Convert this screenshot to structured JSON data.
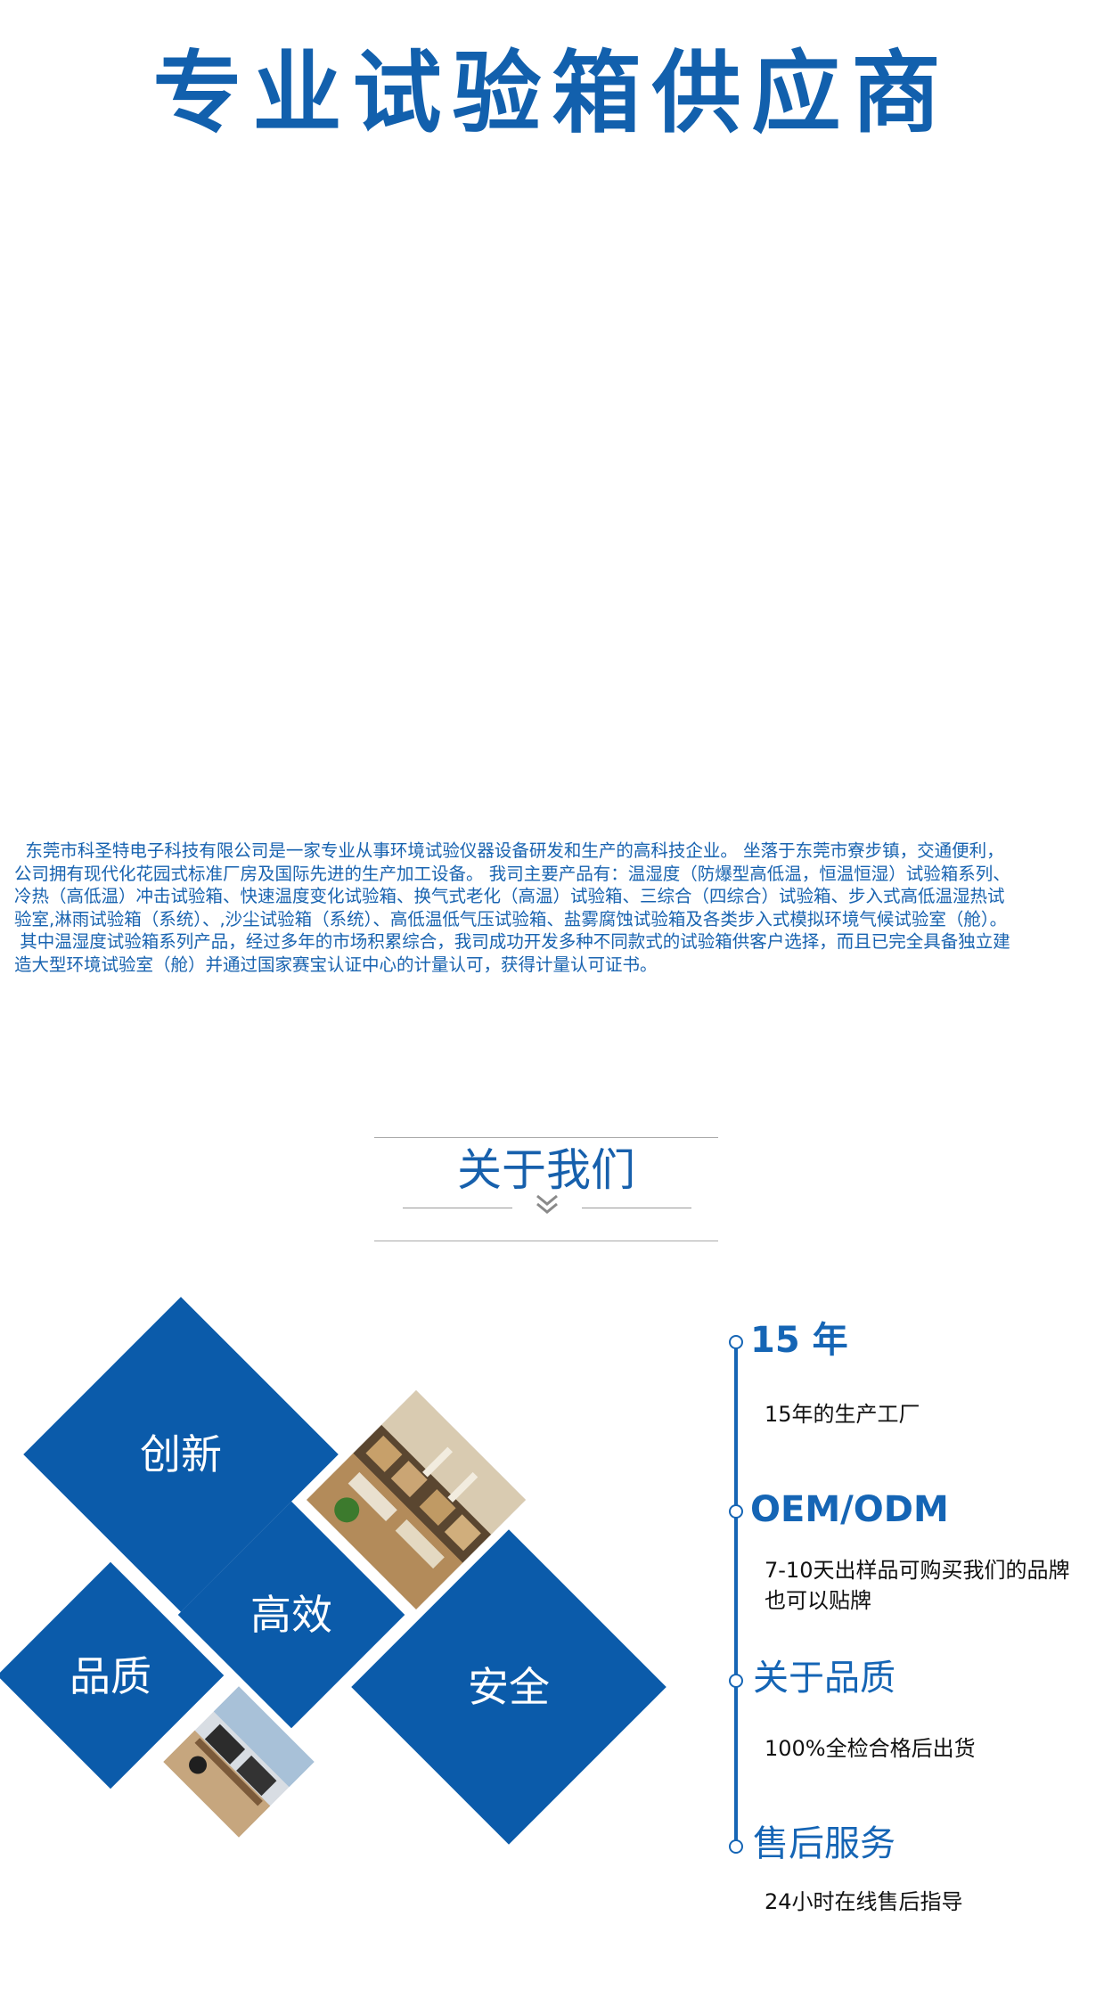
{
  "header": {
    "title": "专业试验箱供应商"
  },
  "intro": {
    "text": "  东莞市科圣特电子科技有限公司是一家专业从事环境试验仪器设备研发和生产的高科技企业。 坐落于东莞市寮步镇，交通便利，\n公司拥有现代化花园式标准厂房及国际先进的生产加工设备。 我司主要产品有：温湿度（防爆型高低温，恒温恒湿）试验箱系列、\n冷热（高低温）冲击试验箱、快速温度变化试验箱、换气式老化（高温）试验箱、三综合（四综合）试验箱、步入式高低温湿热试\n验室,淋雨试验箱（系统）、,沙尘试验箱（系统）、高低温低气压试验箱、盐雾腐蚀试验箱及各类步入式模拟环境气候试验室（舱）。\n 其中温湿度试验箱系列产品，经过多年的市场积累综合，我司成功开发多种不同款式的试验箱供客户选择，而且已完全具备独立建\n造大型环境试验室（舱）并通过国家赛宝认证中心的计量认可，获得计量认可证书。"
  },
  "about": {
    "title": "关于我们",
    "chevron_icon": "double-chevron-down-icon"
  },
  "features": {
    "innovation": "创新",
    "efficiency": "高效",
    "quality": "品质",
    "safety": "安全"
  },
  "timeline": [
    {
      "title": "15 年",
      "desc": "15年的生产工厂"
    },
    {
      "title": "OEM/ODM",
      "desc": "7-10天出样品可购买我们的品牌\n也可以贴牌"
    },
    {
      "title": "关于品质",
      "desc": "100%全检合格后出货"
    },
    {
      "title": "售后服务",
      "desc": "24小时在线售后指导"
    }
  ],
  "colors": {
    "brand_blue": "#0b5baa",
    "text_blue": "#1863b0"
  }
}
